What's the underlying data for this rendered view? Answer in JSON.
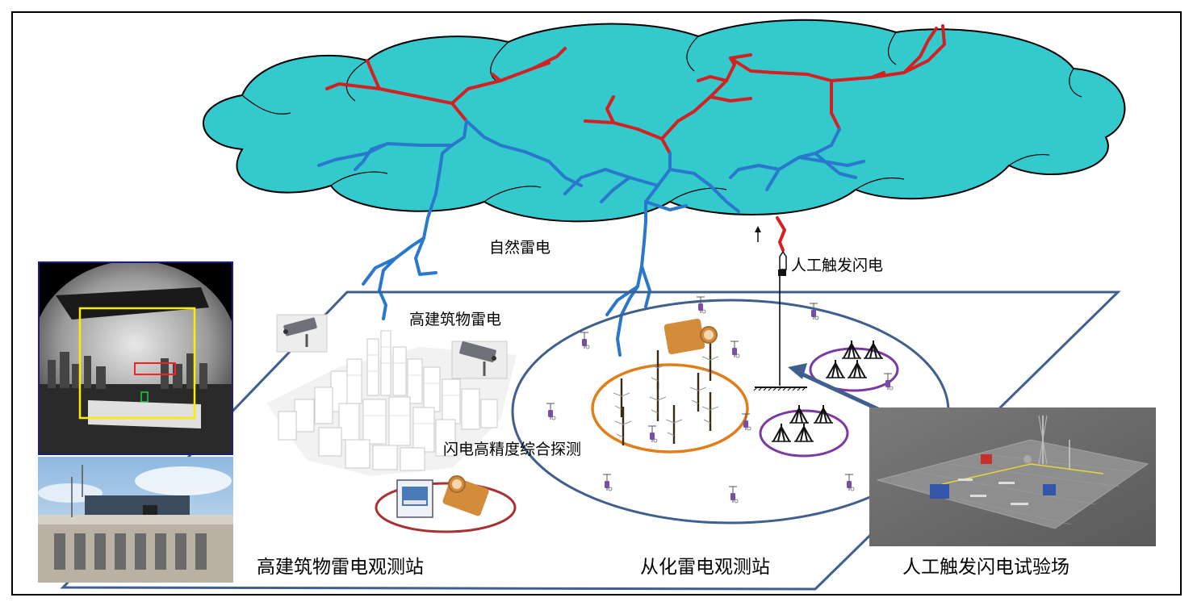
{
  "labels": {
    "natural_lightning": "自然雷电",
    "triggered_lightning": "人工触发闪电",
    "building_lightning": "高建筑物雷电",
    "integrated_detection": "闪电高精度综合探测",
    "station_building": "高建筑物雷电观测站",
    "station_conghua": "从化雷电观测站",
    "station_triggered": "人工触发闪电试验场"
  },
  "colors": {
    "cloud_fill": "#34c9cd",
    "upper_channel": "#d42020",
    "lower_channel": "#2a78cc",
    "platform_border": "#3f5f8f",
    "orange_ring": "#e07e1a",
    "purple_ring": "#7b3aa0",
    "red_ring": "#a83232",
    "camera_box": "#d38c3a",
    "sensor_color": "#7a4ea8",
    "fisheye_frame": "#1a1f7a",
    "fisheye_yellow": "#ffeb00",
    "fisheye_red": "#ff2020",
    "fisheye_green": "#22cc44"
  },
  "icons": [
    "high-speed-camera-icon",
    "field-sensor-icon",
    "antenna-tower-icon",
    "rocket-icon",
    "cctv-camera-icon",
    "arrow-up-icon"
  ]
}
